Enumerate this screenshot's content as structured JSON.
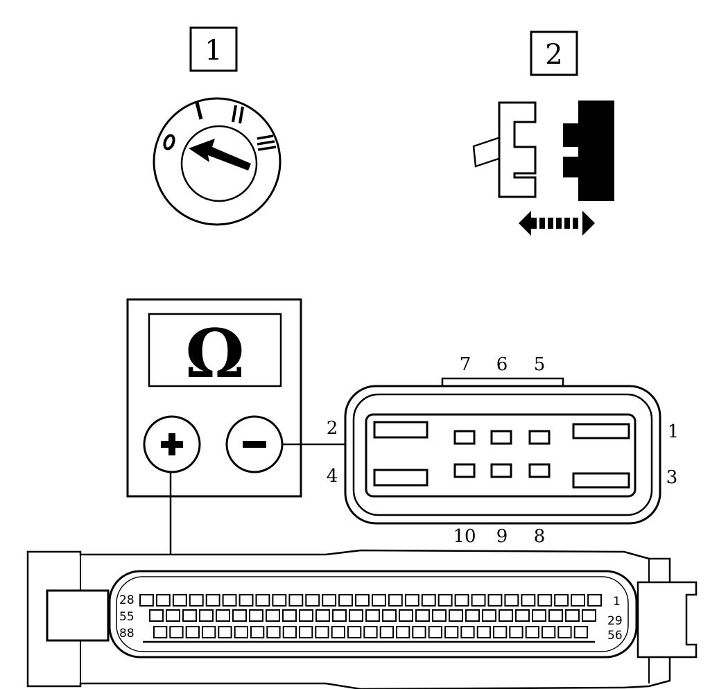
{
  "steps": {
    "step1": "1",
    "step2": "2"
  },
  "ignition": {
    "positions": [
      "0",
      "I",
      "II",
      "III"
    ]
  },
  "meter": {
    "symbol": "Ω",
    "plus": "+",
    "minus": "−"
  },
  "connector": {
    "pins_top": [
      "7",
      "6",
      "5"
    ],
    "pins_bottom": [
      "10",
      "9",
      "8"
    ],
    "pin_1": "1",
    "pin_2": "2",
    "pin_3": "3",
    "pin_4": "4"
  },
  "ecu": {
    "row1_left": "28",
    "row1_right": "1",
    "row2_left": "55",
    "row2_right": "29",
    "row3_left": "88",
    "row3_right": "56"
  }
}
